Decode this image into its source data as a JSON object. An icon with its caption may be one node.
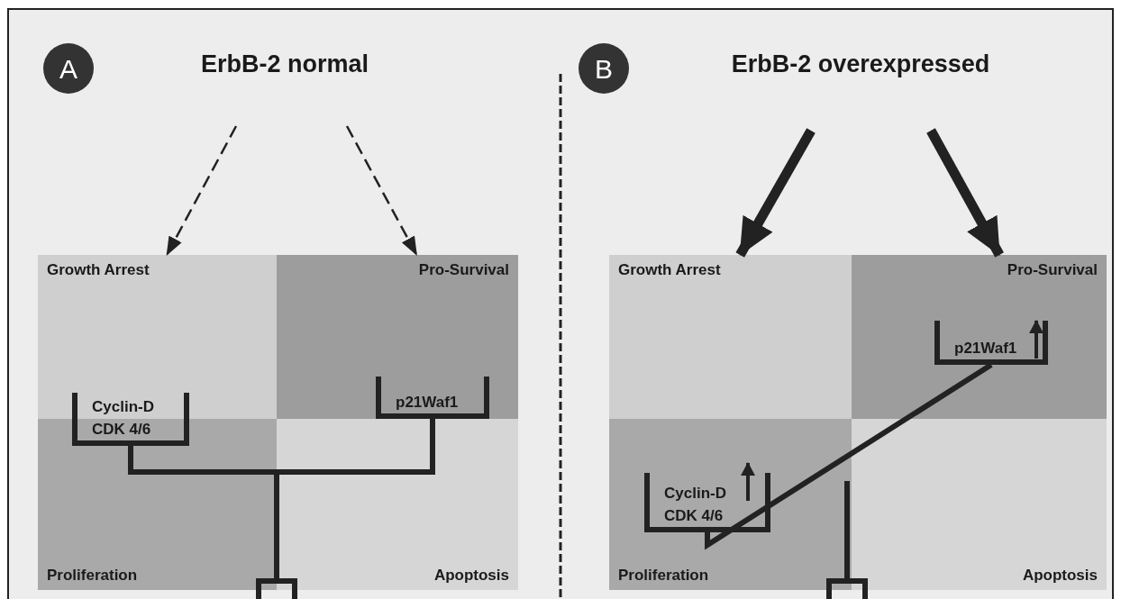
{
  "diagram": {
    "nodes": [
      {
        "text": [
          "Growth Arrest"
        ]
      },
      {
        "text": [
          "Pro-Survival"
        ]
      },
      {
        "text": [
          "Proliferation"
        ]
      },
      {
        "text": [
          "Apoptosis"
        ]
      },
      {
        "text": [
          "Cyclin-D",
          "CDK 4/6"
        ]
      },
      {
        "text": [
          "p21Waf1"
        ],
        "in": 1
      },
      {
        "text": [
          "Growth Arrest"
        ]
      },
      {
        "text": [
          "Pro-Survival"
        ]
      },
      {
        "text": [
          "Proliferation"
        ]
      },
      {
        "text": [
          "Apoptosis"
        ]
      },
      {
        "text": [
          "Cyclin-D",
          "CDK 4/6"
        ],
        "in": 8
      },
      {
        "text": [
          "p21Waf1"
        ],
        "in": 7
      }
    ],
    "edges": [
      {
        "from": null,
        "to": 0,
        "arrow": "to",
        "style": "dashed"
      },
      {
        "from": null,
        "to": 1,
        "arrow": "to",
        "style": "dashed"
      },
      {
        "from": null,
        "to": 6,
        "arrow": "to",
        "style": "thick"
      },
      {
        "from": null,
        "to": 7,
        "arrow": "to",
        "style": "thick"
      }
    ],
    "labels": [
      "A",
      "ErbB-2 normal",
      "B",
      "ErbB-2 overexpressed"
    ]
  }
}
